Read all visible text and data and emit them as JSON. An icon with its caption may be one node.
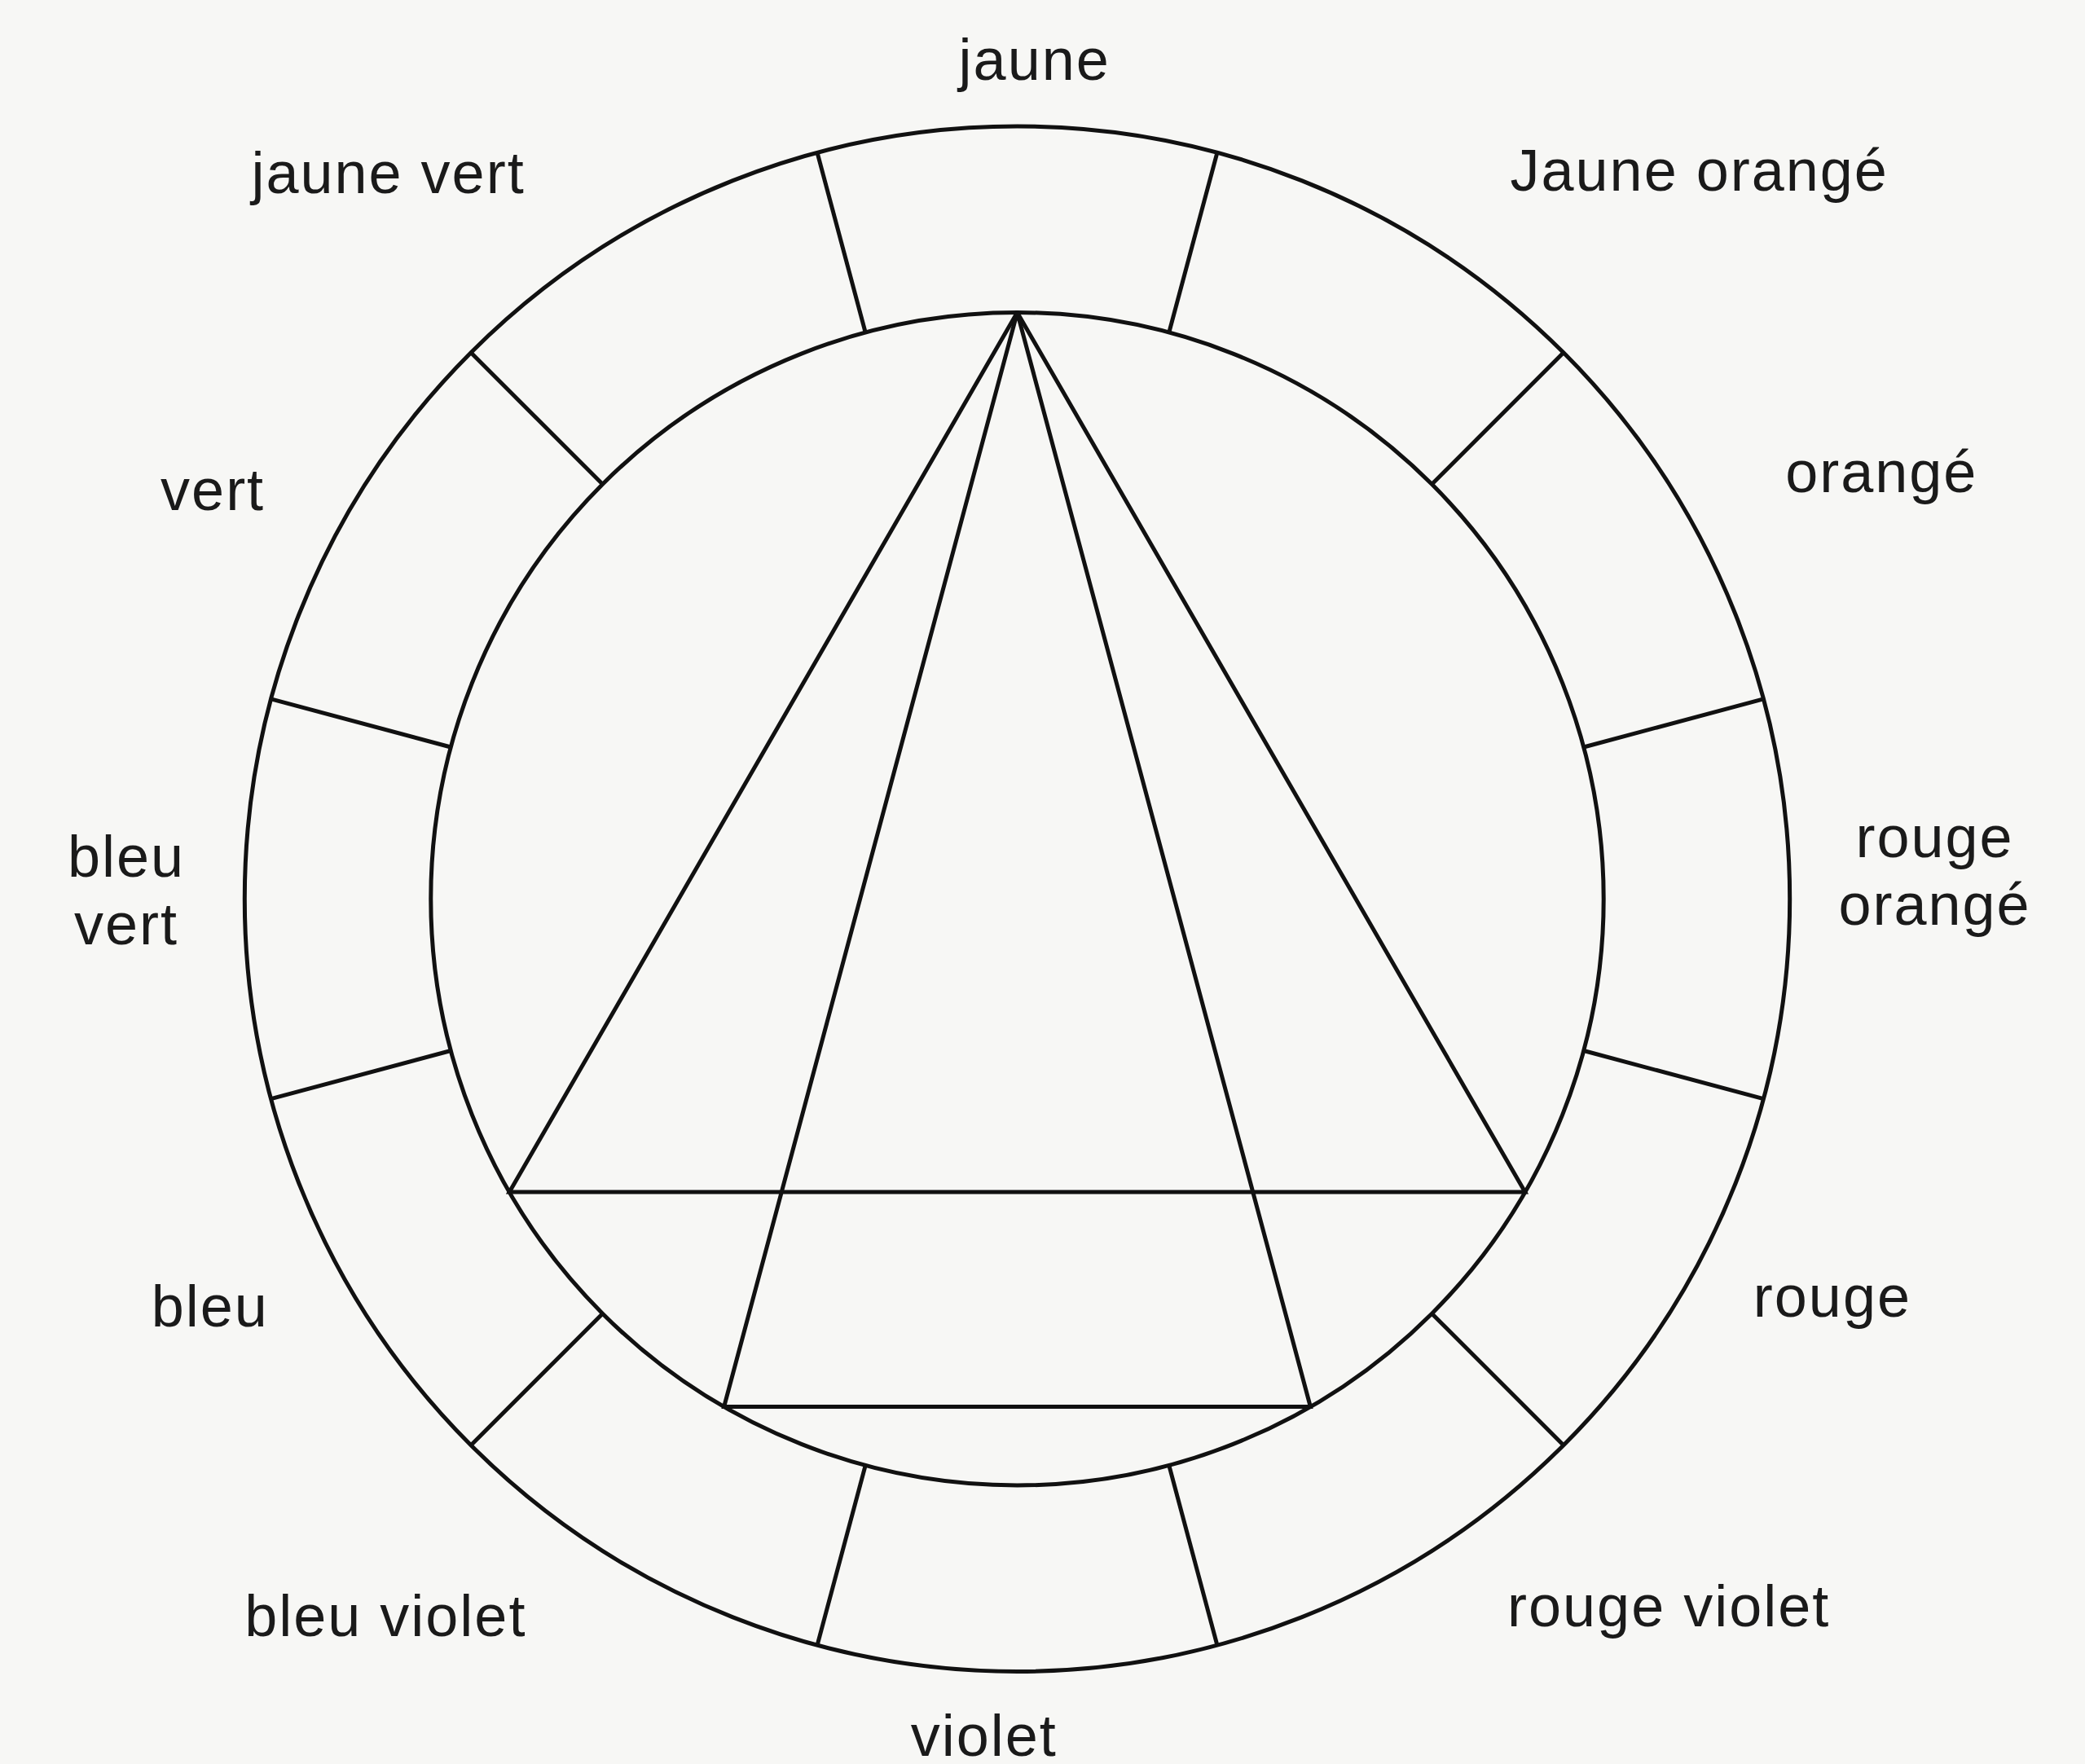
{
  "diagram": {
    "labels": [
      "jaune",
      "jaune vert",
      "Jaune orangé",
      "vert",
      "orangé",
      "bleu vert",
      "rouge orangé",
      "bleu",
      "rouge",
      "bleu violet",
      "rouge violet",
      "violet"
    ]
  }
}
